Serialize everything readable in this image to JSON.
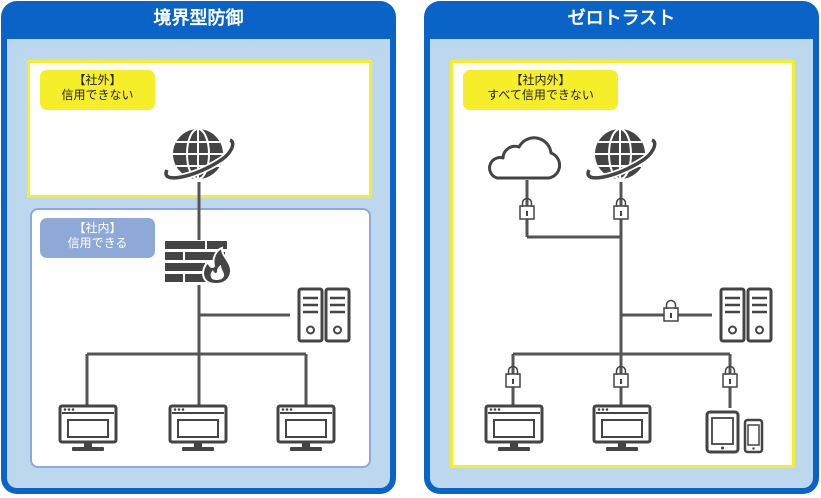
{
  "left_panel": {
    "title": "境界型防御",
    "outside_tag": {
      "line1": "【社外】",
      "line2": "信用できない"
    },
    "inside_tag": {
      "line1": "【社内】",
      "line2": "信用できる"
    }
  },
  "right_panel": {
    "title": "ゼロトラスト",
    "outside_tag": {
      "line1": "【社内外】",
      "line2": "すべて信用できない"
    }
  },
  "colors": {
    "panel_frame": "#0a64c8",
    "panel_body": "#bcd7ee",
    "zone_outside": "#f7ee2a",
    "zone_inside": "#8fa9d6",
    "line": "#555555",
    "icon": "#444444"
  },
  "icons": [
    "globe-icon",
    "firewall-icon",
    "server-icon",
    "monitor-icon",
    "cloud-icon",
    "lock-icon",
    "tablet-icon",
    "smartphone-icon"
  ]
}
